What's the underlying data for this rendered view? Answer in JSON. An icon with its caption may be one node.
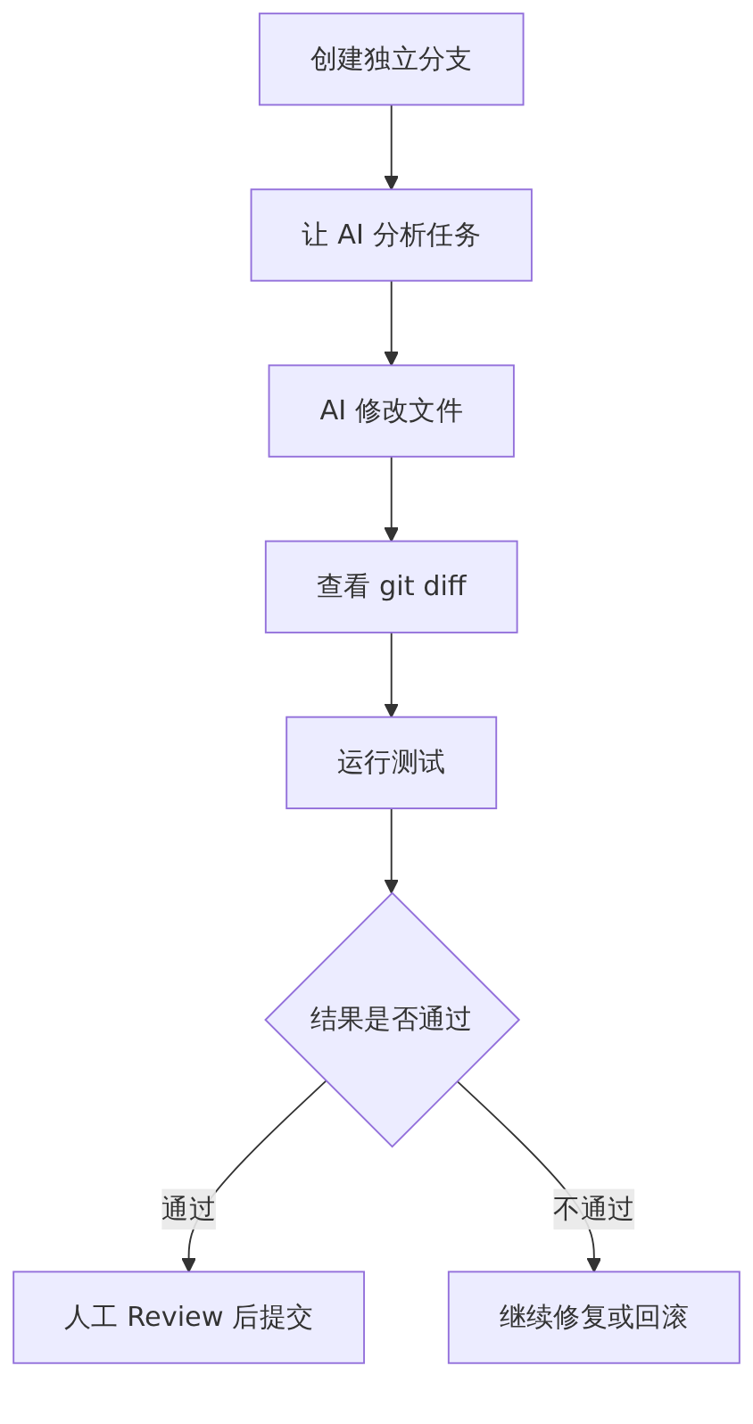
{
  "diagram": {
    "nodes": [
      {
        "text": [
          "创建独立分支"
        ]
      },
      {
        "text": [
          "让 AI 分析任务"
        ]
      },
      {
        "text": [
          "AI 修改文件"
        ]
      },
      {
        "text": [
          "查看 git diff"
        ]
      },
      {
        "text": [
          "运行测试"
        ]
      },
      {
        "text": [
          "结果是否通过"
        ]
      },
      {
        "text": [
          "人工 Review 后提交"
        ]
      },
      {
        "text": [
          "继续修复或回滚"
        ]
      }
    ],
    "edges": [
      {
        "from": 0,
        "to": 1,
        "arrow": "to"
      },
      {
        "from": 1,
        "to": 2,
        "arrow": "to"
      },
      {
        "from": 2,
        "to": 3,
        "arrow": "to"
      },
      {
        "from": 3,
        "to": 4,
        "arrow": "to"
      },
      {
        "from": 4,
        "to": 5,
        "arrow": "to"
      },
      {
        "from": 5,
        "to": 6,
        "label": "通过",
        "arrow": "to"
      },
      {
        "from": 5,
        "to": 7,
        "label": "不通过",
        "arrow": "to"
      }
    ]
  }
}
